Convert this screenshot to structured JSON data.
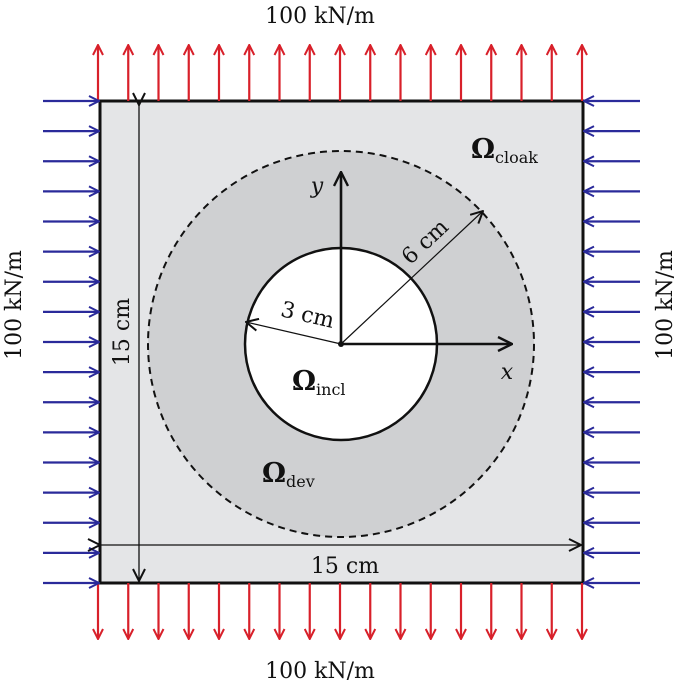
{
  "loads": {
    "top": "100 kN/m",
    "bottom": "100 kN/m",
    "left": "100 kN/m",
    "right": "100 kN/m"
  },
  "dimensions": {
    "width": "15 cm",
    "height": "15 cm",
    "inclusion_radius": "3 cm",
    "cloak_radius": "6 cm"
  },
  "axes": {
    "x": "x",
    "y": "y"
  },
  "regions": {
    "cloak": {
      "symbol": "Ω",
      "subscript": "cloak"
    },
    "incl": {
      "symbol": "Ω",
      "subscript": "incl"
    },
    "dev": {
      "symbol": "Ω",
      "subscript": "dev"
    }
  },
  "colors": {
    "tension_arrows": "#d8202a",
    "compression_arrows": "#2a2a9a",
    "plate_fill": "#e4e5e7",
    "dev_fill": "#cfd0d2",
    "inclusion_fill": "#ffffff",
    "outline": "#111111"
  }
}
